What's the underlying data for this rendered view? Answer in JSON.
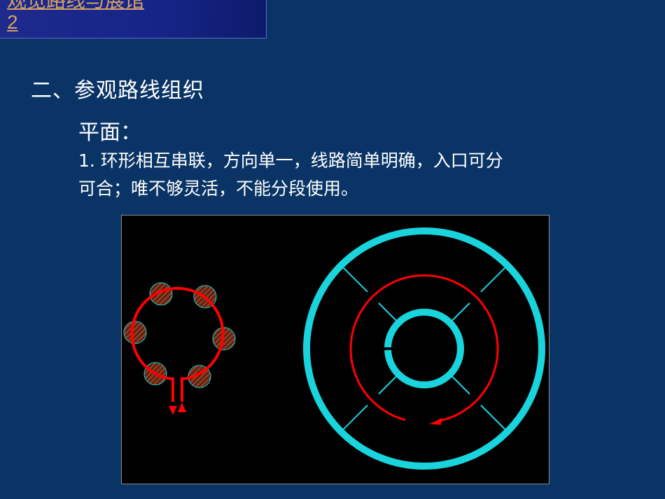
{
  "header": {
    "title_partial": "观览路线与展馆",
    "page_number": "2"
  },
  "section": {
    "heading": "二、参观路线组织",
    "subheading": "平面：",
    "body_line1": "1. 环形相互串联，方向单一，线路简单明确，入口可分",
    "body_line2": "可合；唯不够灵活，不能分段使用。"
  },
  "diagram": {
    "colors": {
      "wall": "#19d4dc",
      "route": "#ff0000",
      "background": "#000000",
      "page": "#0a3466"
    },
    "icons": [
      "down-arrow-icon",
      "up-arrow-icon",
      "circulation-arrow-icon"
    ]
  }
}
